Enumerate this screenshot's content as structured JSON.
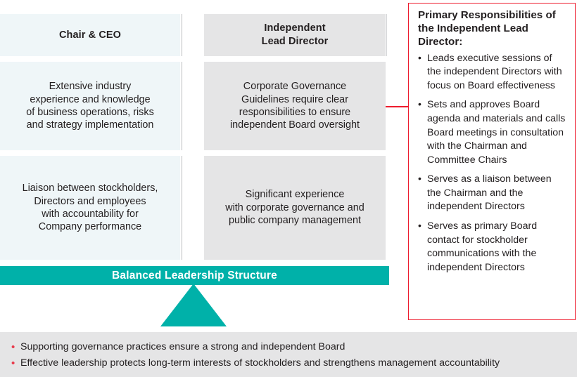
{
  "colors": {
    "teal": "#00b1a9",
    "light_blue": "#eff6f8",
    "gray": "#e5e5e6",
    "red_border": "#ed1c2e",
    "red_bullet": "#e8394a",
    "text": "#231f20"
  },
  "columns": {
    "chair_ceo": {
      "header": "Chair & CEO",
      "cells": [
        "Extensive industry\nexperience and knowledge\nof business operations, risks\nand strategy implementation",
        "Liaison between stockholders,\nDirectors and employees\nwith accountability for\nCompany performance"
      ]
    },
    "independent_lead_director": {
      "header": "Independent\nLead Director",
      "cells": [
        "Corporate Governance\nGuidelines require clear\nresponsibilities to ensure\nindependent Board oversight",
        "Significant experience\nwith corporate governance and\npublic company management"
      ]
    }
  },
  "banner": {
    "label": "Balanced Leadership Structure"
  },
  "responsibilities_panel": {
    "title": "Primary Responsibilities of the Independent Lead Director:",
    "bullet_glyph": "•",
    "items": [
      "Leads executive sessions of the independent Directors with focus on Board effectiveness",
      "Sets and approves Board agenda and materials and calls Board meetings in consultation with the Chairman and Committee Chairs",
      "Serves as a liaison between the Chairman and the independent Directors",
      "Serves as primary Board contact for stockholder communications with the independent Directors"
    ]
  },
  "footer_notes": {
    "bullet_glyph": "•",
    "items": [
      "Supporting governance practices ensure a strong and independent Board",
      "Effective leadership protects long-term interests of stockholders and strengthens management accountability"
    ]
  }
}
